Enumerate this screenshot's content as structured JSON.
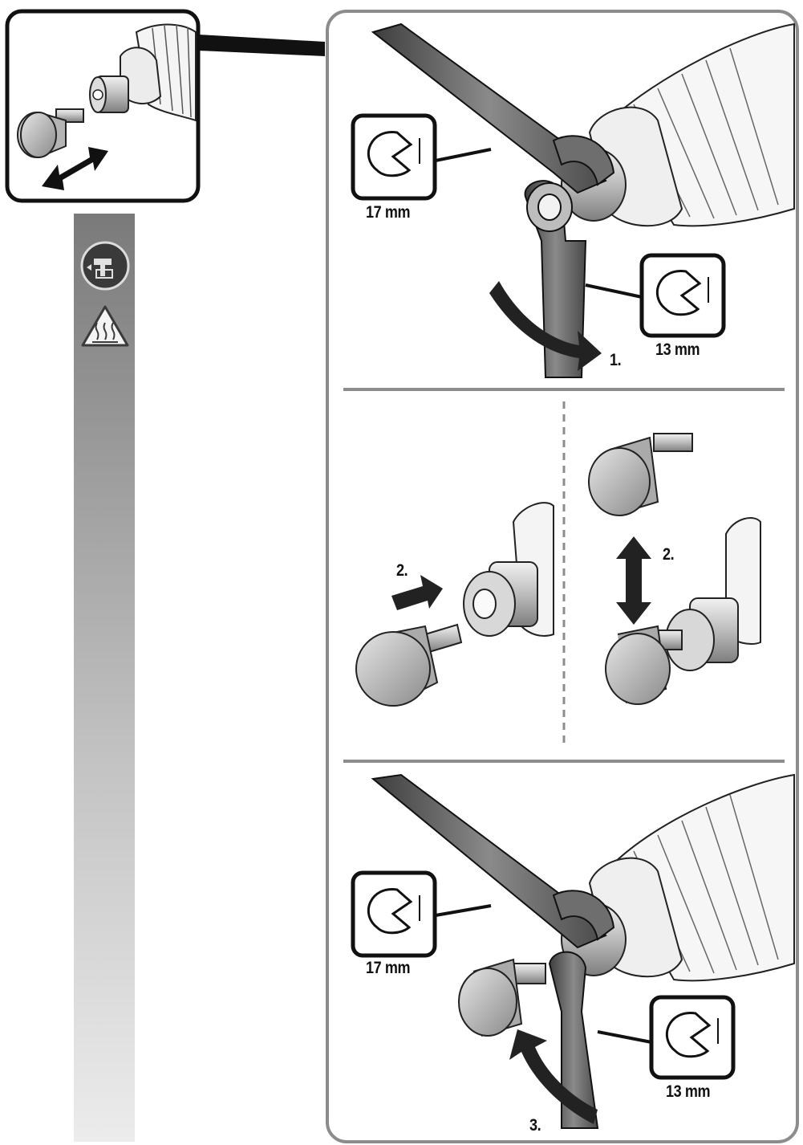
{
  "colors": {
    "frame": "#8c8c8c",
    "ink": "#111111",
    "metal": "#6e6e6e",
    "metal_light": "#bdbdbd",
    "sidebar_top": "#7a7a7a",
    "sidebar_bottom": "#ececec"
  },
  "sidebar": {
    "icons": [
      "remove-battery-icon",
      "hot-surface-warning-icon"
    ]
  },
  "panels": {
    "top": {
      "wrench_a_label": "17 mm",
      "wrench_b_label": "13 mm",
      "step": "1."
    },
    "middle": {
      "left_step": "2.",
      "right_step": "2."
    },
    "bottom": {
      "wrench_a_label": "17 mm",
      "wrench_b_label": "13 mm",
      "step": "3."
    }
  }
}
